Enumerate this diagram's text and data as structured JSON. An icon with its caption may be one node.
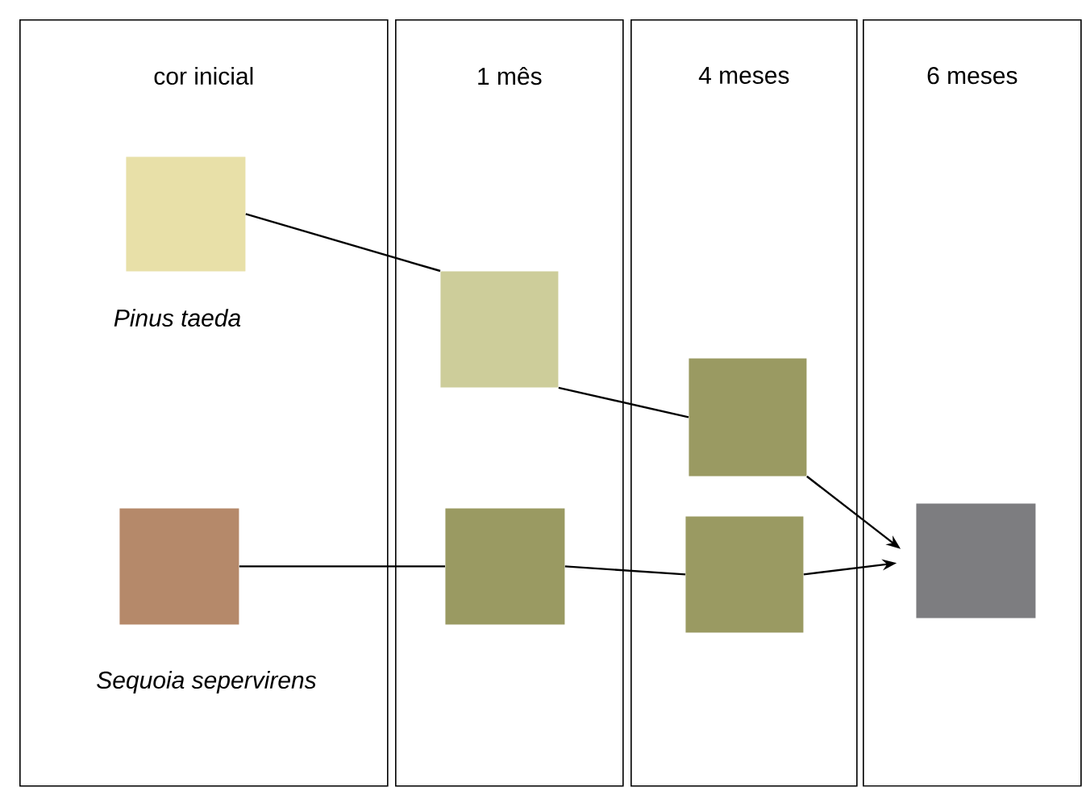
{
  "diagram": {
    "nodes": [
      {
        "text": [
          "cor inicial"
        ]
      },
      {
        "text": [
          "1 mês"
        ]
      },
      {
        "text": [
          "4 meses"
        ]
      },
      {
        "text": [
          "6 meses"
        ]
      },
      {
        "text": [],
        "shape": "box",
        "in": 0,
        "beside": [
          "Pinus taeda"
        ]
      },
      {
        "text": [],
        "shape": "box",
        "in": 0,
        "beside": [
          "Sequoia sepervirens"
        ]
      },
      {
        "text": [],
        "shape": "box",
        "in": 1
      },
      {
        "text": [],
        "shape": "box",
        "in": 1
      },
      {
        "text": [],
        "shape": "box",
        "in": 2
      },
      {
        "text": [],
        "shape": "box",
        "in": 2
      },
      {
        "text": [],
        "shape": "box",
        "in": 3
      }
    ],
    "edges": [
      {
        "from": 4,
        "to": 6,
        "arrow": "none"
      },
      {
        "from": 6,
        "to": 8,
        "arrow": "none"
      },
      {
        "from": 8,
        "to": 10,
        "arrow": "to"
      },
      {
        "from": 5,
        "to": 7,
        "arrow": "none"
      },
      {
        "from": 7,
        "to": 9,
        "arrow": "none"
      },
      {
        "from": 9,
        "to": 10,
        "arrow": "to"
      }
    ]
  }
}
